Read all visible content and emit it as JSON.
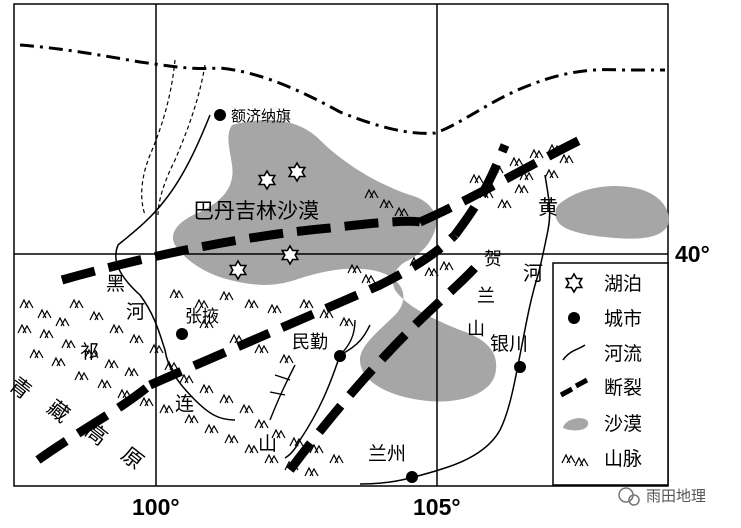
{
  "coords": {
    "lon_100": "100°",
    "lon_105": "105°",
    "lat_40": "40°"
  },
  "places": {
    "ejina": "额济纳旗",
    "badain": "巴丹吉林沙漠",
    "zhangye": "张掖",
    "minqin": "民勤",
    "lanzhou": "兰州",
    "yinchuan": "银川"
  },
  "features": {
    "hei": "黑",
    "he1": "河",
    "qi": "祁",
    "lian": "连",
    "shan1": "山",
    "qing": "青",
    "zang": "藏",
    "gao": "高",
    "yuan": "原",
    "huang": "黄",
    "he2": "河",
    "helan_he": "贺",
    "helan_lan": "兰",
    "helan_shan": "山"
  },
  "legend": {
    "lake": "湖泊",
    "city": "城市",
    "river": "河流",
    "fault": "断裂",
    "desert": "沙漠",
    "mountain": "山脉"
  },
  "watermark": "雨田地理"
}
